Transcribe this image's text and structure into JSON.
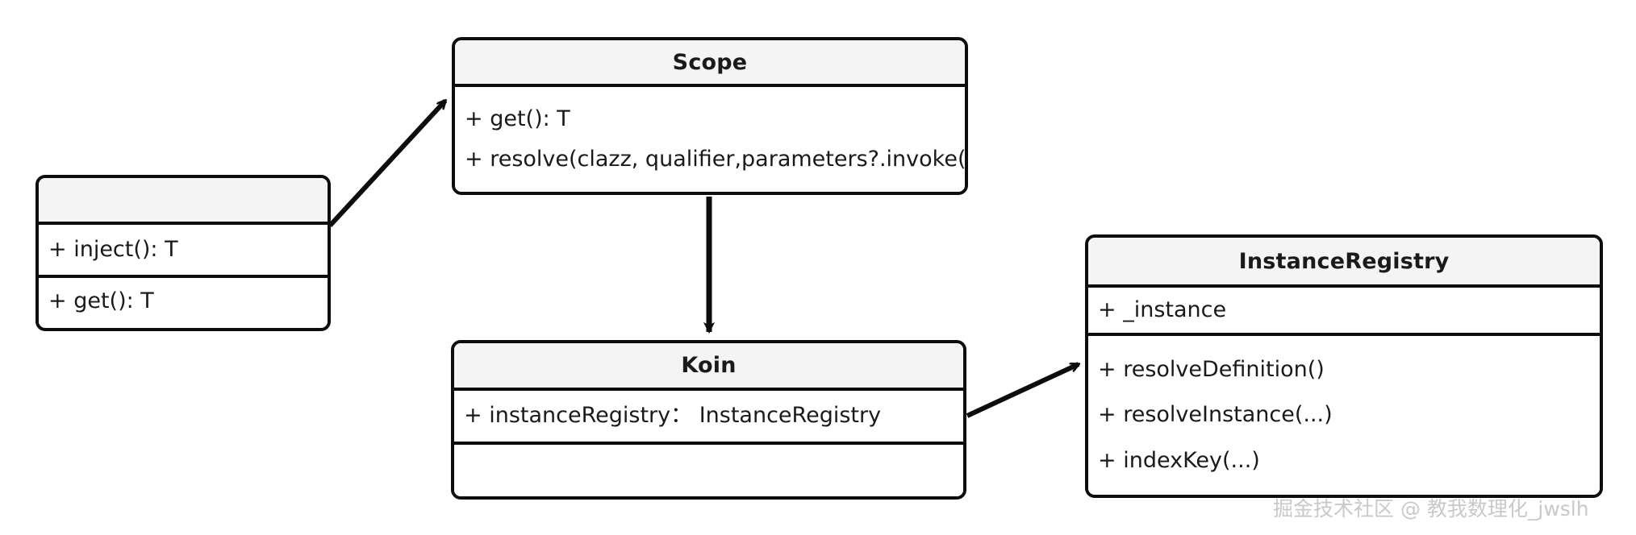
{
  "diagram": {
    "type": "uml-class-diagram",
    "background": "#ffffff",
    "line_color": "#0d0d0d",
    "header_fill": "#f4f4f4",
    "watermark": "掘金技术社区 @ 教我数理化_jwslh",
    "watermark_color": "#c9c9c9"
  },
  "classes": {
    "inject": {
      "title": "",
      "compartments": [
        {
          "rows": [
            "+ inject(): T"
          ]
        },
        {
          "rows": [
            "+ get(): T"
          ]
        }
      ]
    },
    "scope": {
      "title": "Scope",
      "compartments": [
        {
          "rows": [
            "+ get(): T",
            "+ resolve(clazz, qualifier,parameters?.invoke())"
          ]
        }
      ]
    },
    "koin": {
      "title": "Koin",
      "compartments": [
        {
          "rows": [
            "+ instanceRegistry： InstanceRegistry"
          ]
        },
        {
          "rows": []
        }
      ]
    },
    "registry": {
      "title": "InstanceRegistry",
      "compartments": [
        {
          "rows": [
            "+ _instance"
          ]
        },
        {
          "rows": [
            "+ resolveDefinition()",
            "+ resolveInstance(...)",
            "+ indexKey(...)"
          ]
        }
      ]
    }
  },
  "connectors": [
    {
      "name": "inject-to-scope",
      "from": "inject",
      "to": "scope",
      "arrowhead": "open"
    },
    {
      "name": "scope-to-koin",
      "from": "scope",
      "to": "koin",
      "arrowhead": "solid"
    },
    {
      "name": "koin-to-registry",
      "from": "koin",
      "to": "registry",
      "arrowhead": "open"
    }
  ]
}
